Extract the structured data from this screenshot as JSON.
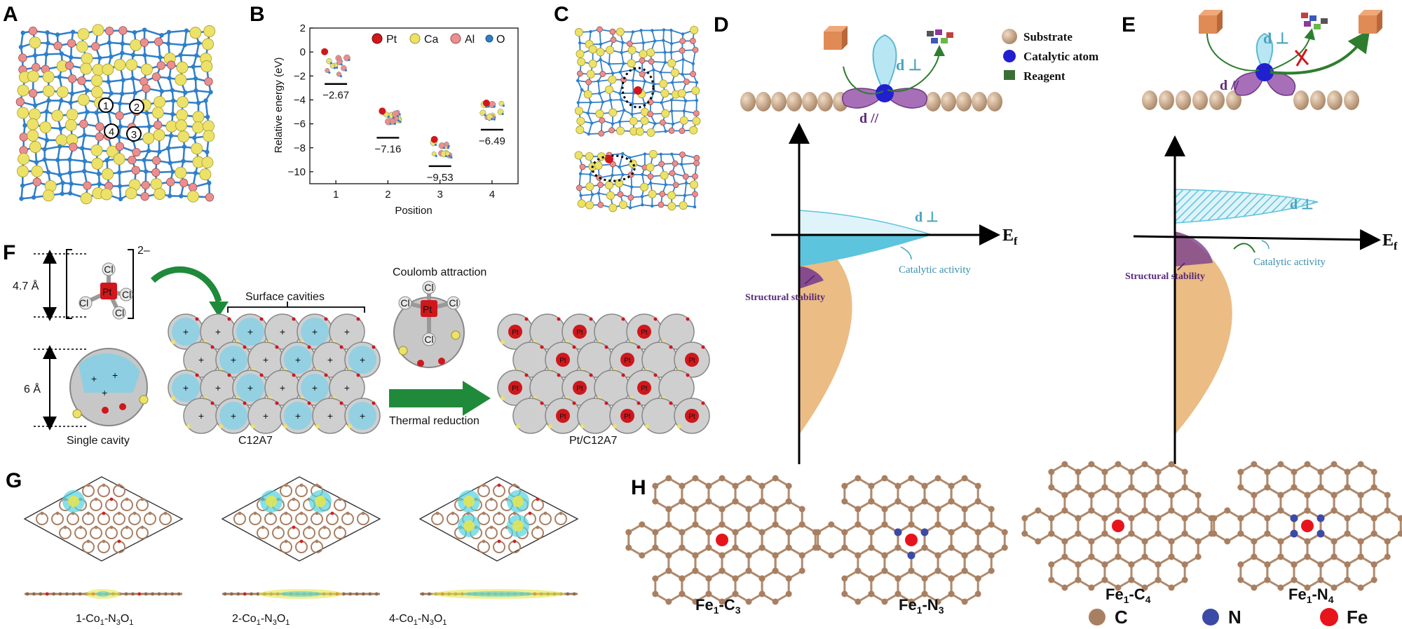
{
  "panels": {
    "A": {
      "label": "A",
      "sites": [
        "1",
        "2",
        "4",
        "3"
      ]
    },
    "B": {
      "label": "B"
    },
    "C": {
      "label": "C"
    },
    "D": {
      "label": "D",
      "legend": [
        "Substrate",
        "Catalytic atom",
        "Reagent"
      ],
      "d_perp": "d ⊥",
      "d_par": "d //",
      "curve_label": "d ⊥",
      "axis_label": "E",
      "axis_sub": "f",
      "catalytic": "Catalytic activity",
      "structural": "Structural stability"
    },
    "E": {
      "label": "E",
      "d_perp": "d ⊥",
      "d_par": "d //",
      "curve_label": "d ⊥",
      "axis_label": "E",
      "axis_sub": "f",
      "catalytic": "Catalytic activity",
      "structural": "Structural stability"
    },
    "F": {
      "label": "F",
      "dim1": "4.7 Å",
      "dim2": "6 Å",
      "charge": "2–",
      "cl": "Cl",
      "pt": "Pt",
      "single_cavity": "Single cavity",
      "c12a7": "C12A7",
      "surface_cavities": "Surface cavities",
      "coulomb": "Coulomb attraction",
      "thermal": "Thermal reduction",
      "ptc12a7": "Pt/C12A7"
    },
    "G": {
      "label": "G",
      "captions": [
        {
          "pre": "1-Co",
          "s1": "1",
          "mid": "-N",
          "s2": "3",
          "mid2": "O",
          "s3": "1"
        },
        {
          "pre": "2-Co",
          "s1": "1",
          "mid": "-N",
          "s2": "3",
          "mid2": "O",
          "s3": "1"
        },
        {
          "pre": "4-Co",
          "s1": "1",
          "mid": "-N",
          "s2": "3",
          "mid2": "O",
          "s3": "1"
        }
      ]
    },
    "H": {
      "label": "H",
      "captions": [
        {
          "pre": "Fe",
          "s1": "1",
          "mid": "-C",
          "s2": "3"
        },
        {
          "pre": "Fe",
          "s1": "1",
          "mid": "-N",
          "s2": "3"
        },
        {
          "pre": "Fe",
          "s1": "1",
          "mid": "-C",
          "s2": "4"
        },
        {
          "pre": "Fe",
          "s1": "1",
          "mid": "-N",
          "s2": "4"
        }
      ],
      "legend": [
        "C",
        "N",
        "Fe"
      ]
    }
  },
  "chart_data": {
    "type": "scatter",
    "title": "",
    "xlabel": "Position",
    "ylabel": "Relative energy (eV)",
    "x": [
      1,
      2,
      3,
      4
    ],
    "values": [
      -2.67,
      -7.16,
      -9.53,
      -6.49
    ],
    "value_labels": [
      "−2.67",
      "−7.16",
      "−9.53",
      "−6.49"
    ],
    "xlim": [
      0.5,
      4.5
    ],
    "ylim": [
      -11,
      2
    ],
    "yticks": [
      2,
      0,
      -2,
      -4,
      -6,
      -8,
      -10
    ],
    "ytick_labels": [
      "2",
      "0",
      "−2",
      "−4",
      "−6",
      "−8",
      "−10"
    ],
    "xticks": [
      1,
      2,
      3,
      4
    ],
    "legend": [
      "Pt",
      "Ca",
      "Al",
      "O"
    ],
    "legend_placement": "top-right",
    "grid": false
  },
  "colors": {
    "pt": "#d0171c",
    "ca": "#ece26a",
    "al": "#e98f8f",
    "o": "#2f7fc9",
    "c": "#a97f62",
    "n": "#3b4aa6",
    "fe": "#e8141c",
    "cyan": "#5cc4dc",
    "orange": "#e8b06e",
    "purple": "#7a3e8e",
    "arrow_green": "#1f8a3a",
    "substrate": "#c8a98c"
  }
}
